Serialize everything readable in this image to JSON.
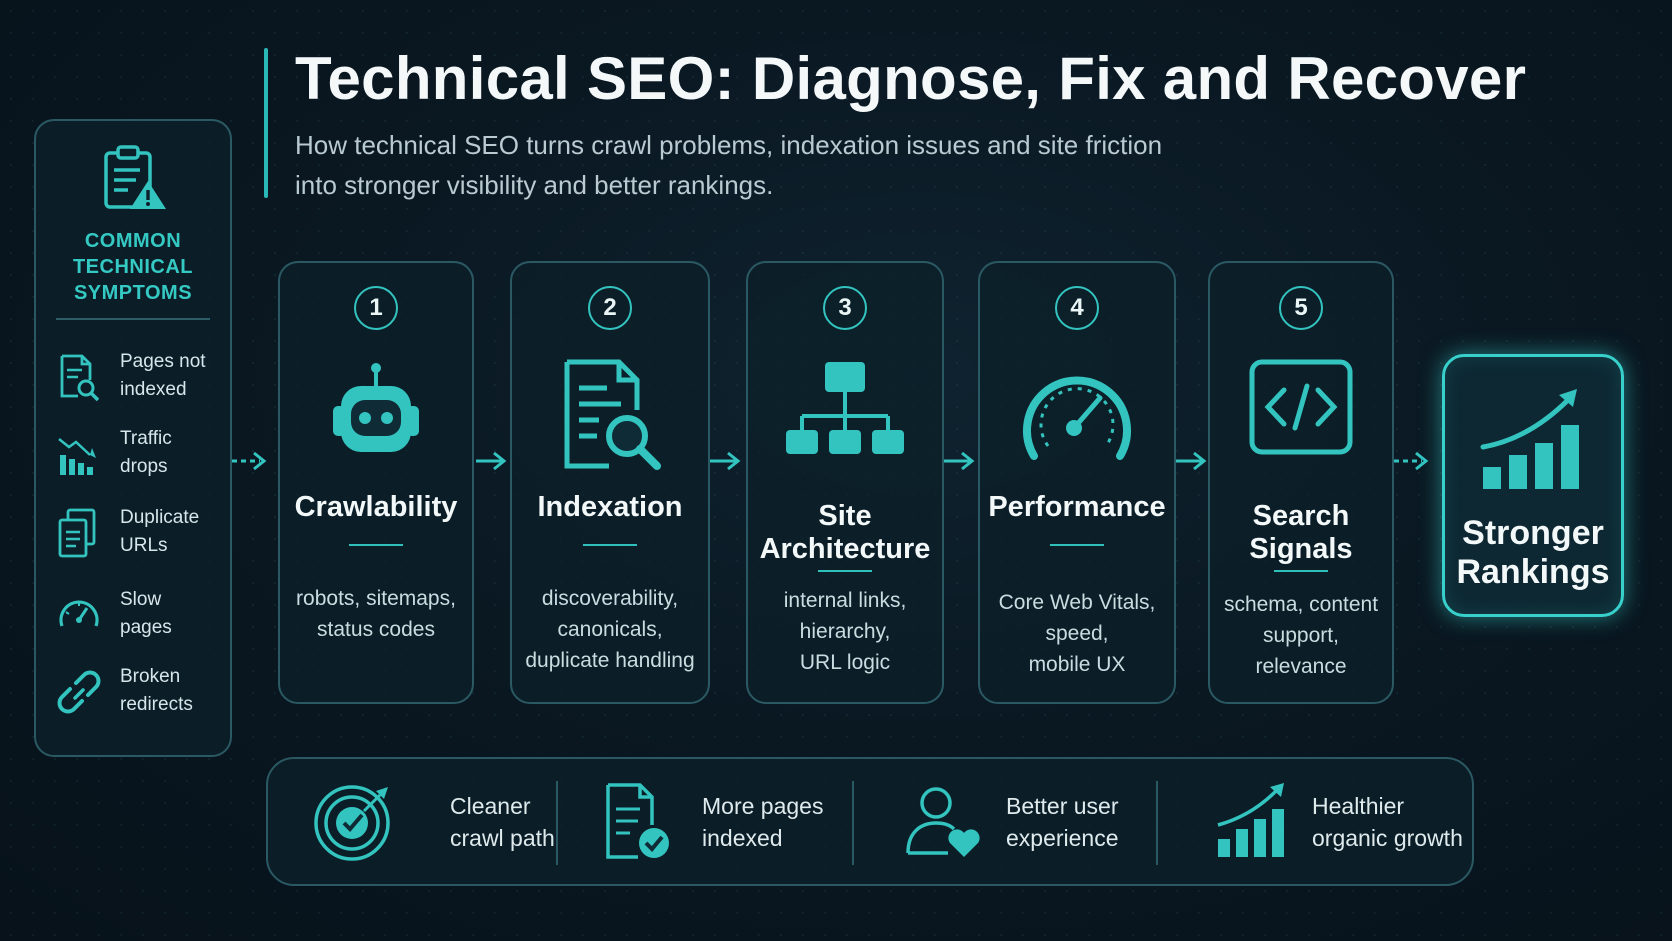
{
  "header": {
    "title": "Technical SEO: Diagnose, Fix and Recover",
    "subtitle_line1": "How technical SEO turns crawl problems, indexation issues and site friction",
    "subtitle_line2": "into stronger visibility and better rankings."
  },
  "symptoms": {
    "title_lines": [
      "COMMON",
      "TECHNICAL",
      "SYMPTOMS"
    ],
    "items": [
      {
        "line1": "Pages not",
        "line2": "indexed",
        "icon": "document-search-icon"
      },
      {
        "line1": "Traffic",
        "line2": "drops",
        "icon": "traffic-drop-chart-icon"
      },
      {
        "line1": "Duplicate",
        "line2": "URLs",
        "icon": "duplicate-documents-icon"
      },
      {
        "line1": "Slow",
        "line2": "pages",
        "icon": "speedometer-icon"
      },
      {
        "line1": "Broken",
        "line2": "redirects",
        "icon": "broken-link-icon"
      }
    ]
  },
  "steps": [
    {
      "number": "1",
      "title_lines": [
        "Crawlability"
      ],
      "desc_lines": [
        "robots, sitemaps,",
        "status codes"
      ],
      "icon": "robot-icon"
    },
    {
      "number": "2",
      "title_lines": [
        "Indexation"
      ],
      "desc_lines": [
        "discoverability,",
        "canonicals,",
        "duplicate handling"
      ],
      "icon": "document-magnifier-icon"
    },
    {
      "number": "3",
      "title_lines": [
        "Site",
        "Architecture"
      ],
      "desc_lines": [
        "internal links,",
        "hierarchy,",
        "URL logic"
      ],
      "icon": "sitemap-hierarchy-icon"
    },
    {
      "number": "4",
      "title_lines": [
        "Performance"
      ],
      "desc_lines": [
        "Core Web Vitals,",
        "speed,",
        "mobile UX"
      ],
      "icon": "speed-gauge-icon"
    },
    {
      "number": "5",
      "title_lines": [
        "Search",
        "Signals"
      ],
      "desc_lines": [
        "schema, content",
        "support,",
        "relevance"
      ],
      "icon": "code-brackets-icon"
    }
  ],
  "result": {
    "title_lines": [
      "Stronger",
      "Rankings"
    ],
    "icon": "rising-bar-chart-icon"
  },
  "outcomes": [
    {
      "line1": "Cleaner",
      "line2": "crawl path",
      "icon": "target-check-icon"
    },
    {
      "line1": "More pages",
      "line2": "indexed",
      "icon": "document-check-icon"
    },
    {
      "line1": "Better user",
      "line2": "experience",
      "icon": "user-heart-icon"
    },
    {
      "line1": "Healthier",
      "line2": "organic growth",
      "icon": "growth-chart-icon"
    }
  ],
  "colors": {
    "accent": "#33c4c0",
    "background": "#0a1822",
    "panel_border": "#2b5963"
  }
}
